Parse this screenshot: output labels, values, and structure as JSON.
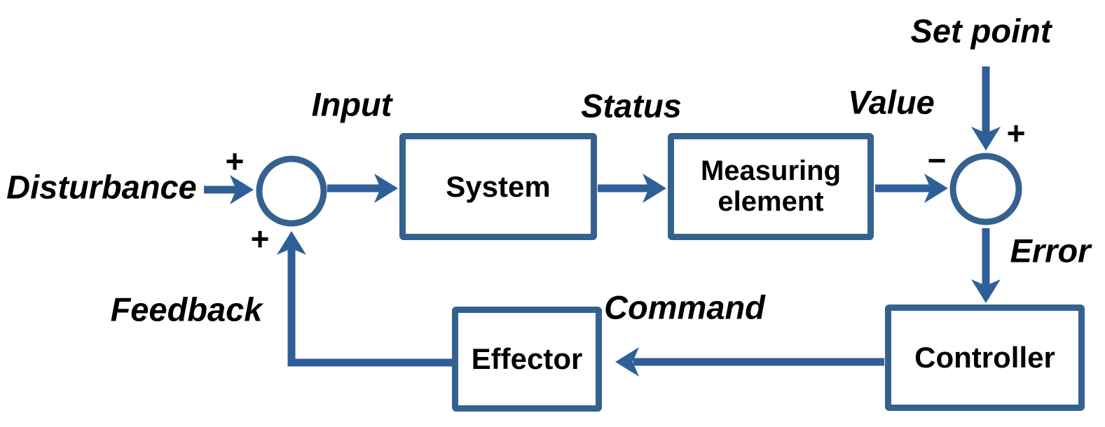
{
  "diagram": {
    "nodes": {
      "system": "System",
      "measuring_element": "Measuring element",
      "effector": "Effector",
      "controller": "Controller"
    },
    "labels": {
      "disturbance": "Disturbance",
      "input": "Input",
      "status": "Status",
      "value": "Value",
      "set_point": "Set point",
      "error": "Error",
      "command": "Command",
      "feedback": "Feedback"
    },
    "signs": {
      "left_junction_top": "+",
      "left_junction_bottom": "+",
      "right_junction_left": "−",
      "right_junction_top": "+"
    },
    "edges": [
      {
        "from": "Disturbance",
        "to": "left summing junction",
        "sign": "+"
      },
      {
        "from": "left summing junction",
        "to": "System",
        "label": "Input"
      },
      {
        "from": "System",
        "to": "Measuring element",
        "label": "Status"
      },
      {
        "from": "Measuring element",
        "to": "right summing junction",
        "label": "Value",
        "sign": "−"
      },
      {
        "from": "Set point",
        "to": "right summing junction",
        "sign": "+"
      },
      {
        "from": "right summing junction",
        "to": "Controller",
        "label": "Error"
      },
      {
        "from": "Controller",
        "to": "Effector",
        "label": "Command"
      },
      {
        "from": "Effector",
        "to": "left summing junction",
        "label": "Feedback",
        "sign": "+"
      }
    ],
    "colors": {
      "connector_blue": "#2F5F98",
      "shape_border_blue": "#35618F",
      "text_black": "#000000",
      "background_white": "#FFFFFF"
    }
  }
}
